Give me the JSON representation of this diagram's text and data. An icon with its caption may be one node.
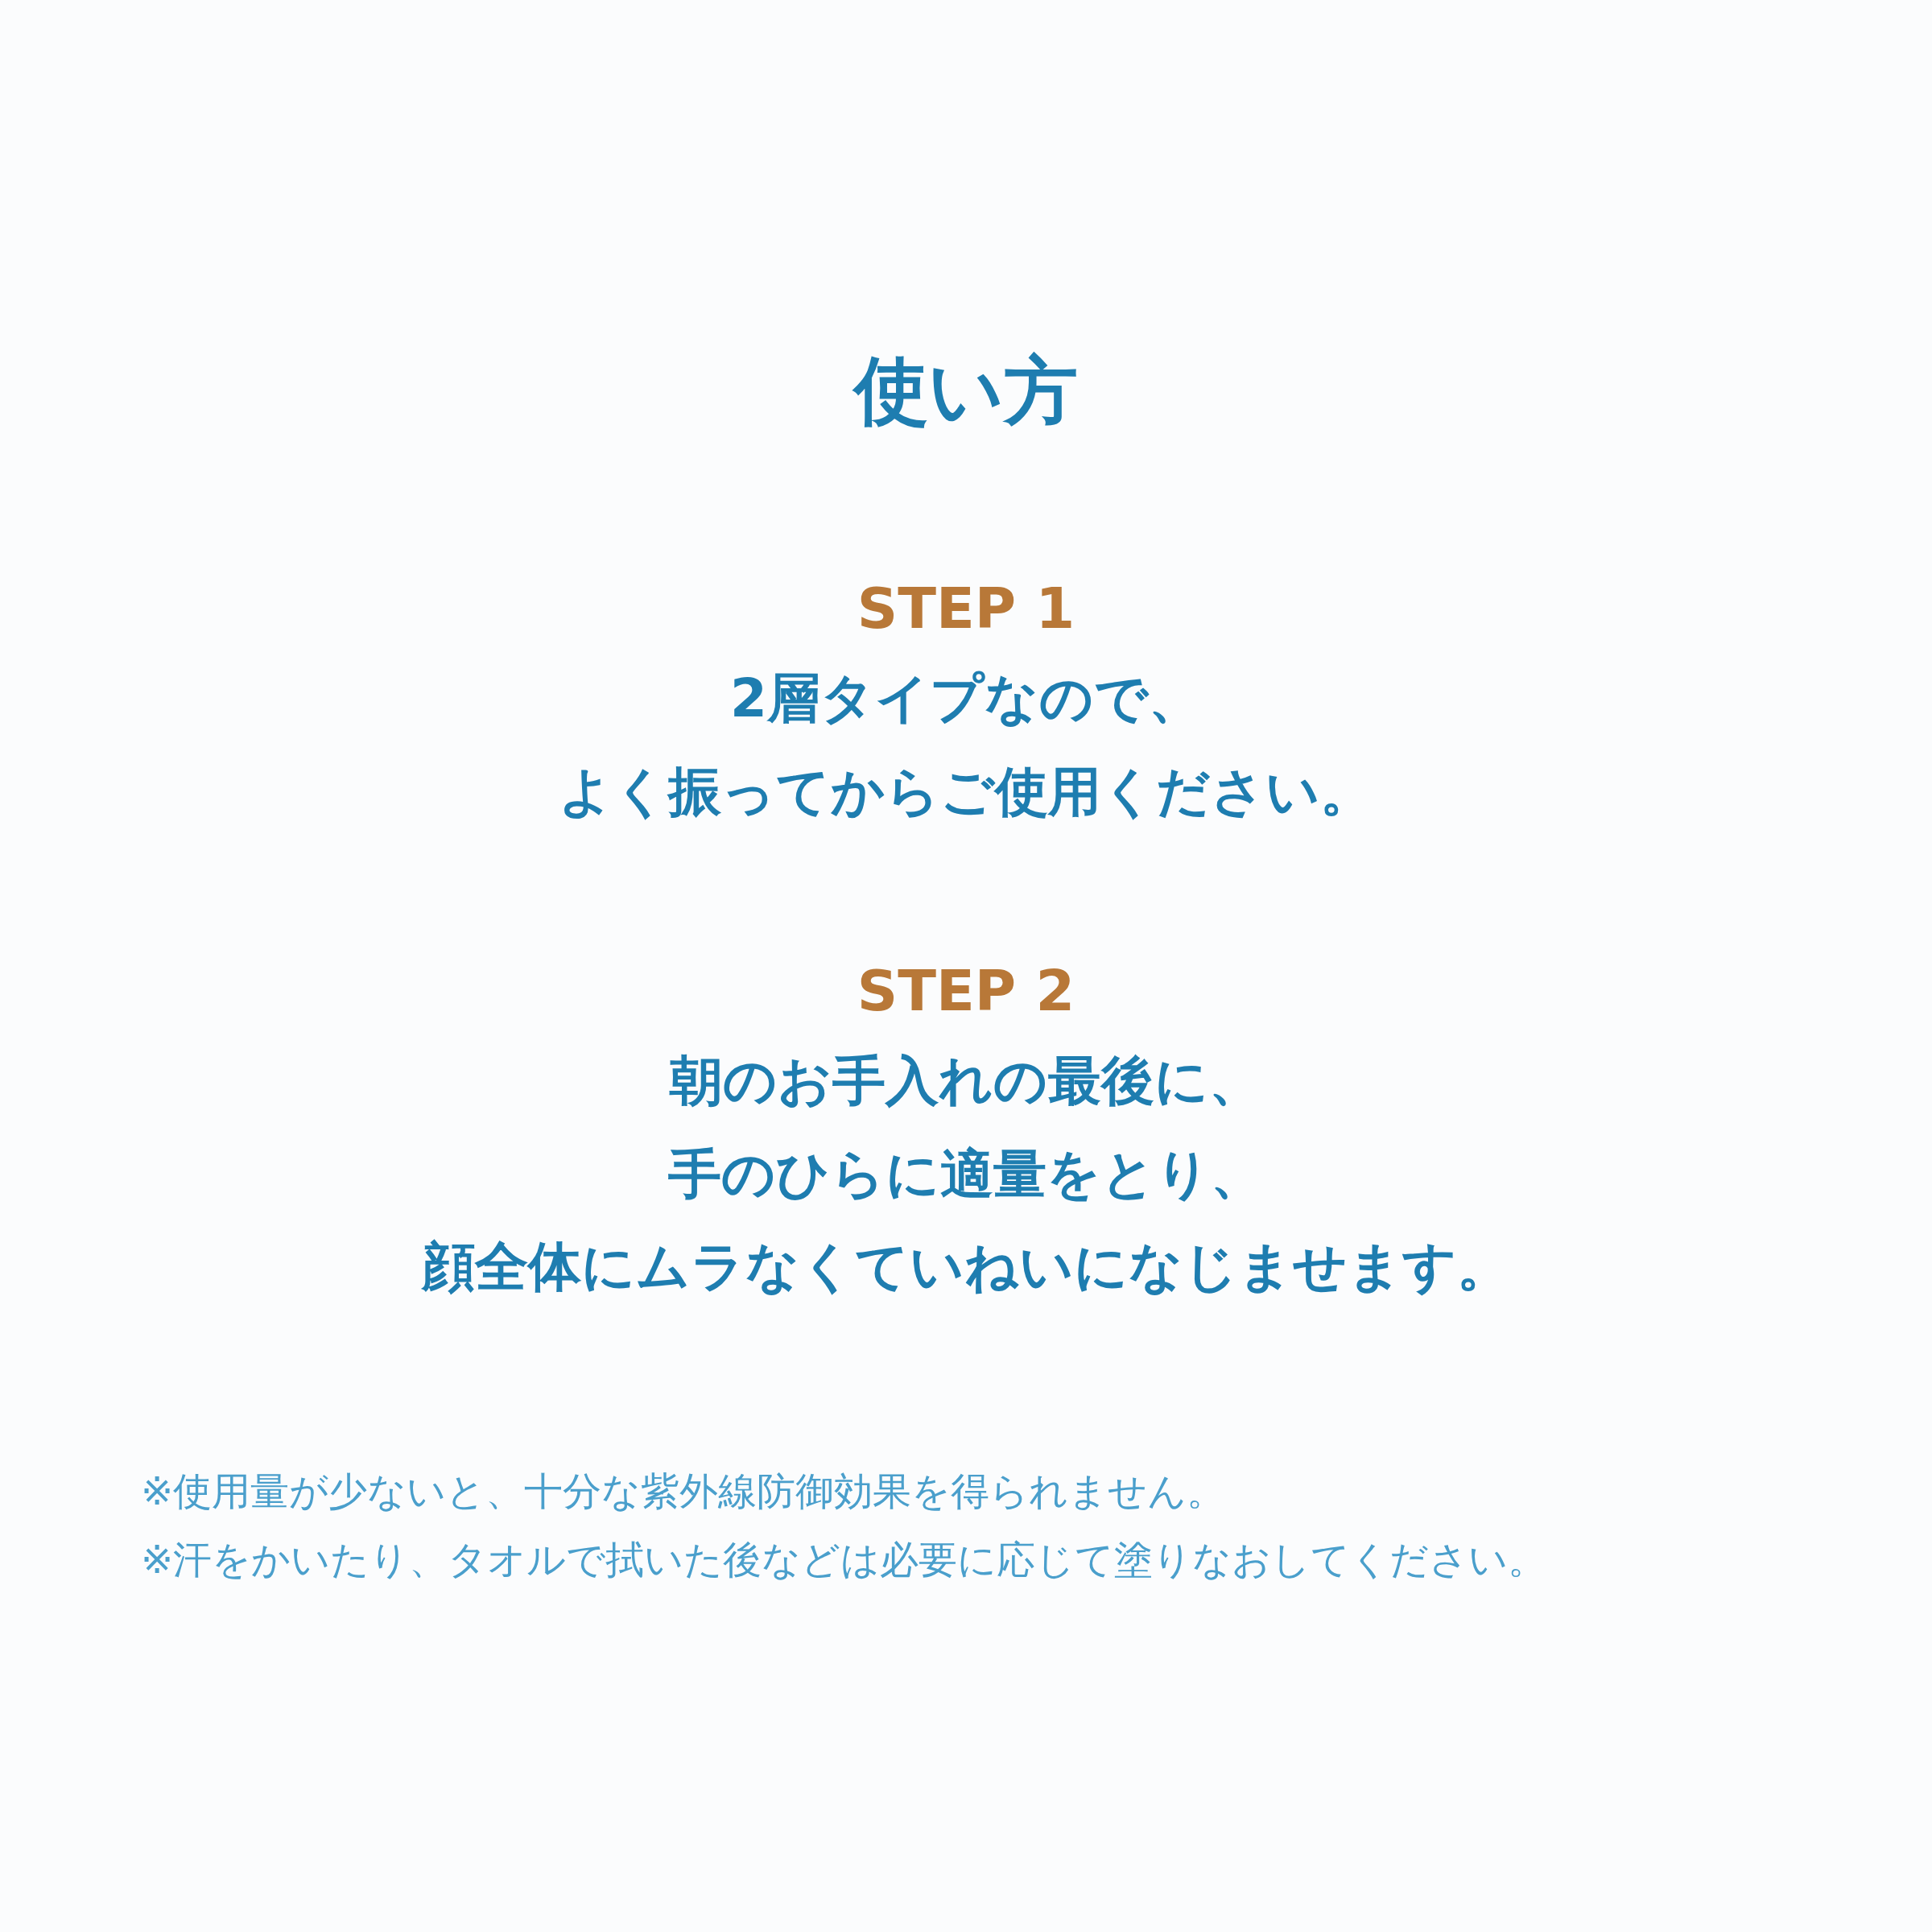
{
  "diagram": {
    "title": "使い方",
    "labels": [
      "STEP 1",
      "2層タイプなので、よく振ってからご使用ください。",
      "STEP 2",
      "朝のお手入れの最後に、手のひらに適量をとり、顔全体にムラなくていねいになじませます。",
      "※使用量が少ないと、十分な紫外線防御効果を得られません。",
      "※汗をかいたり、タオルで拭いた後などは必要に応じて塗りなおしてください。"
    ]
  }
}
